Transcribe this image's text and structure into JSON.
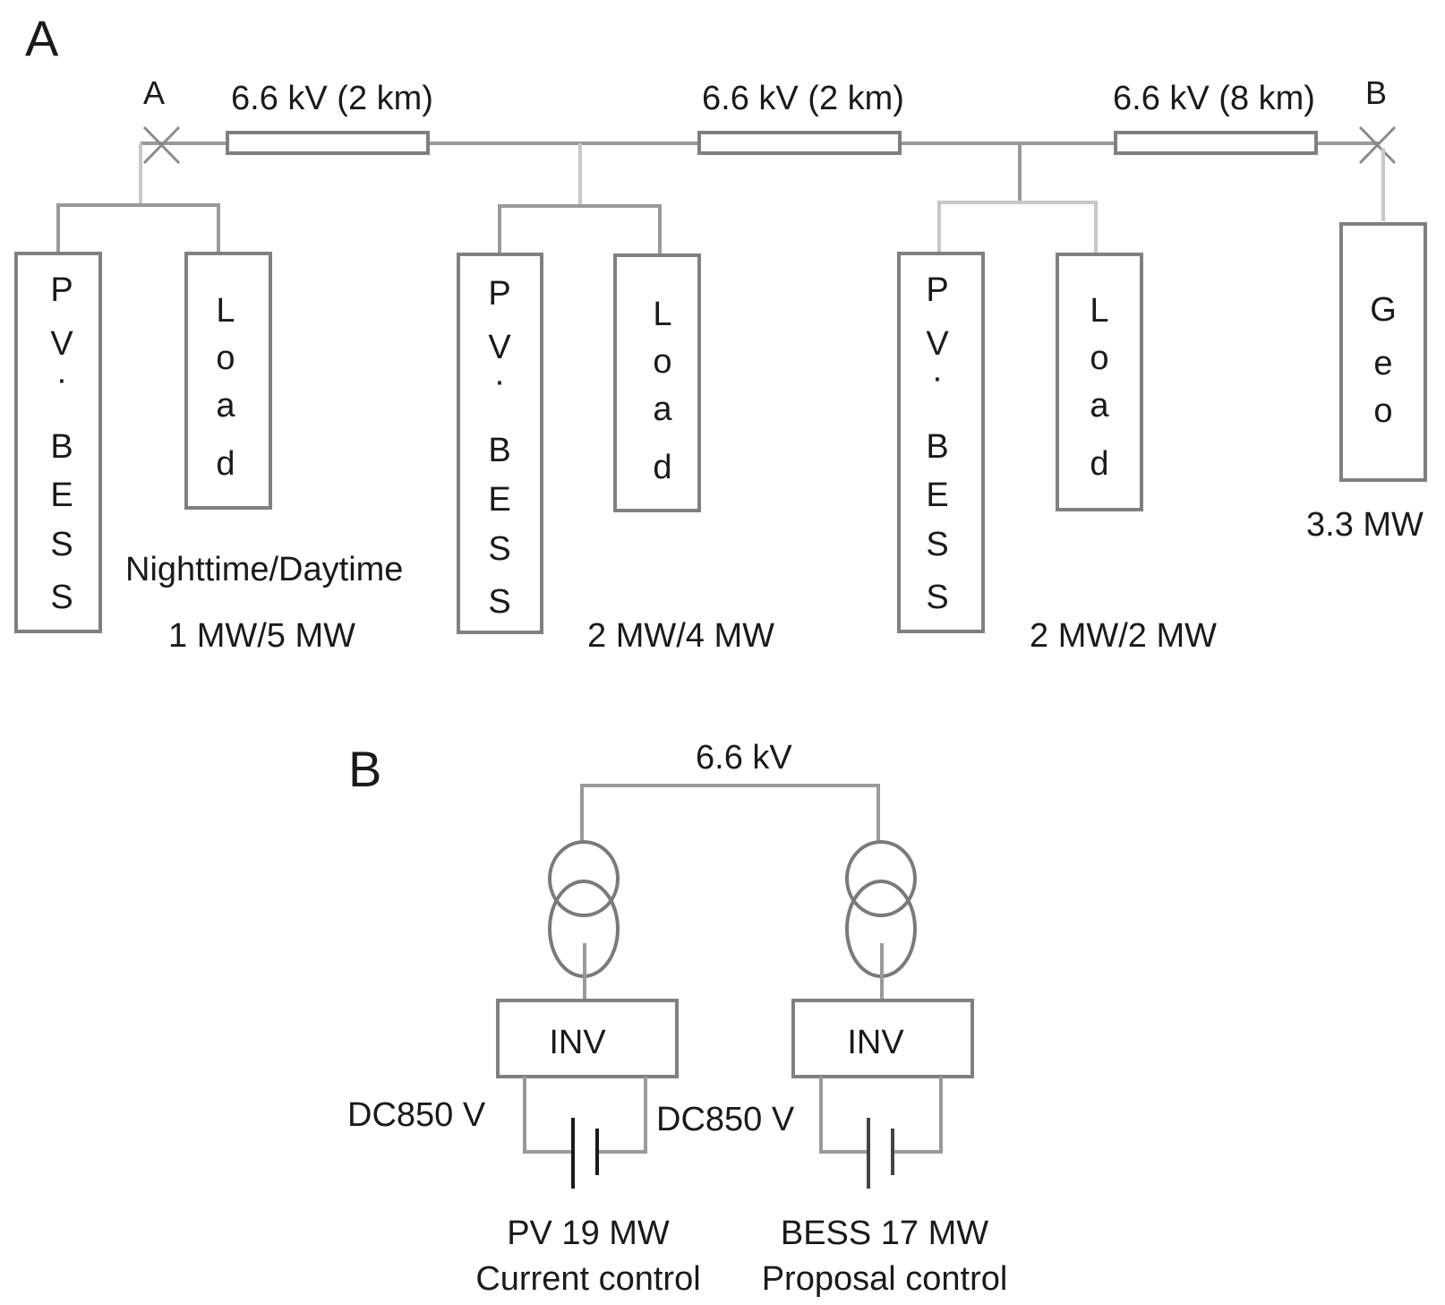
{
  "panel_a": {
    "label": "A",
    "node_left": "A",
    "node_right": "B",
    "lines": [
      {
        "label": "6.6  kV (2  km)"
      },
      {
        "label": "6.6  kV (2  km)"
      },
      {
        "label": "6.6  kV (8  km)"
      }
    ],
    "groups": [
      {
        "source_letters": [
          "P",
          "V",
          "·",
          "B",
          "E",
          "S",
          "S"
        ],
        "load_letters": [
          "L",
          "o",
          "a",
          "d"
        ],
        "caption": "1  MW/5  MW"
      },
      {
        "source_letters": [
          "P",
          "V",
          "·",
          "B",
          "E",
          "S",
          "S"
        ],
        "load_letters": [
          "L",
          "o",
          "a",
          "d"
        ],
        "caption": "2  MW/4  MW"
      },
      {
        "source_letters": [
          "P",
          "V",
          "·",
          "B",
          "E",
          "S",
          "S"
        ],
        "load_letters": [
          "L",
          "o",
          "a",
          "d"
        ],
        "caption": "2  MW/2  MW"
      }
    ],
    "load_note": "Nighttime/Daytime",
    "geo": {
      "letters": [
        "G",
        "e",
        "o"
      ],
      "caption": "3.3  MW"
    }
  },
  "panel_b": {
    "label": "B",
    "bus_label": "6.6  kV",
    "units": [
      {
        "inverter": "INV",
        "dc_label": "DC850  V",
        "name": "PV 19  MW",
        "control": "Current control"
      },
      {
        "inverter": "INV",
        "dc_label": "DC850  V",
        "name": "BESS 17  MW",
        "control": "Proposal control"
      }
    ]
  }
}
